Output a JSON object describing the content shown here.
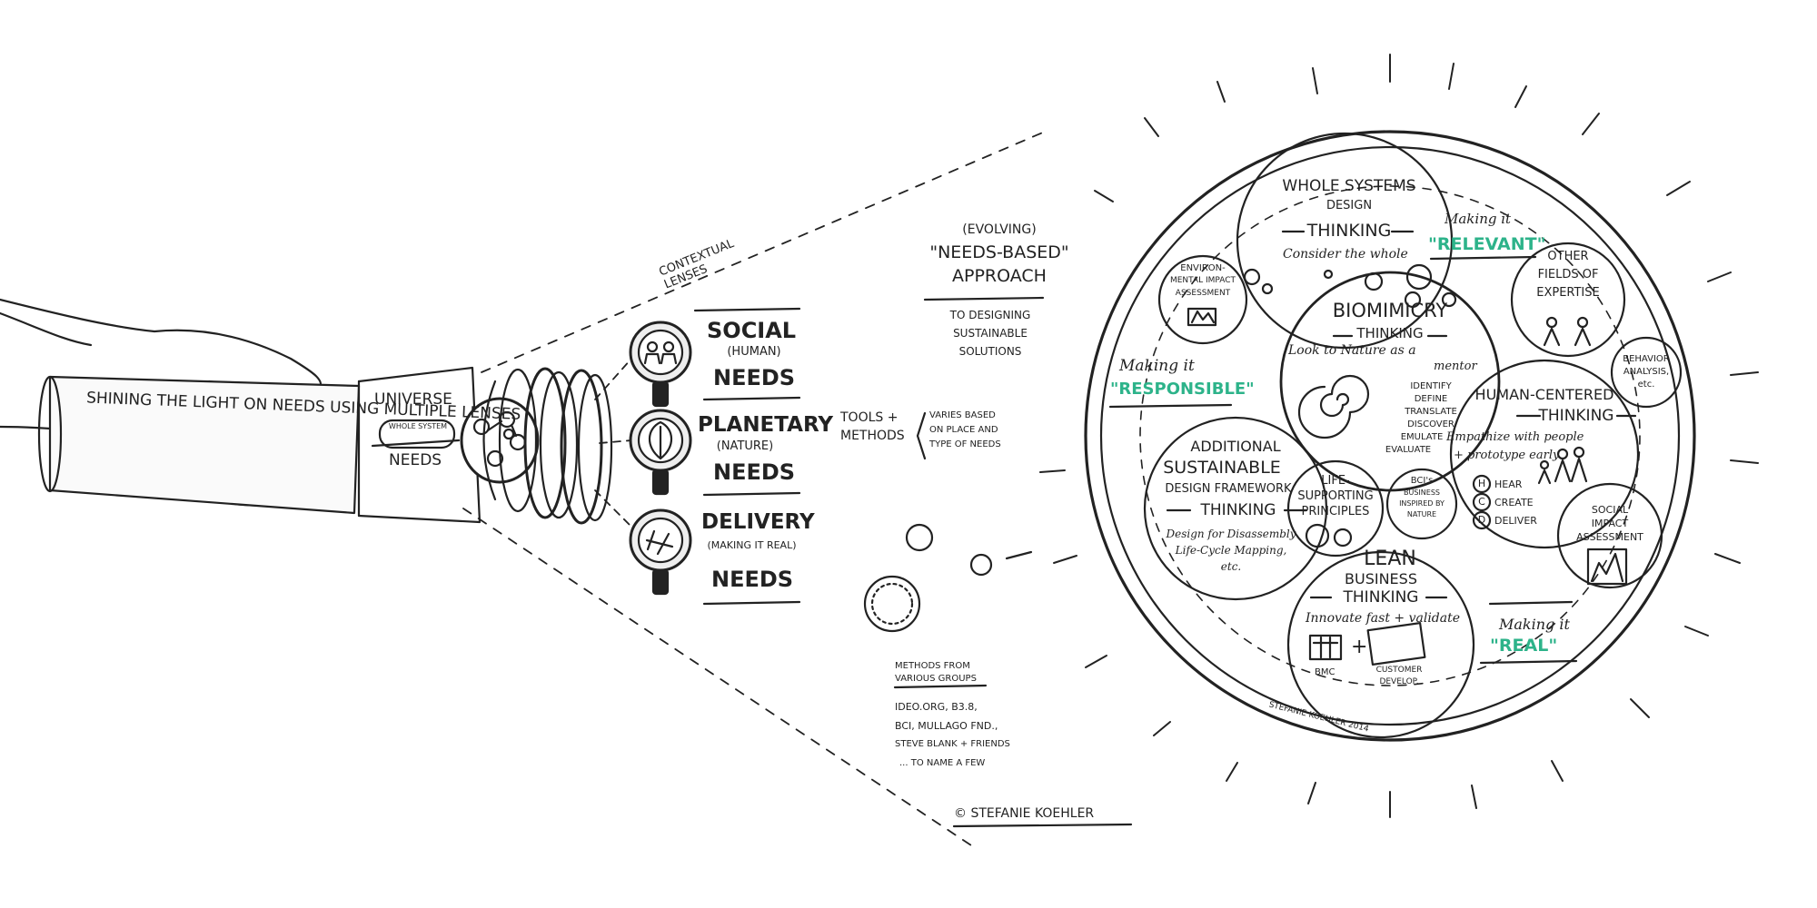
{
  "flashlight": {
    "caption": "SHINING THE LIGHT ON NEEDS USING MULTIPLE LENSES",
    "universe": "UNIVERSE",
    "whole_system": "WHOLE SYSTEM",
    "needs": "NEEDS"
  },
  "contextual_lenses": "CONTEXTUAL LENSES",
  "lenses": [
    {
      "title": "SOCIAL",
      "sub": "(HUMAN)",
      "needs": "NEEDS"
    },
    {
      "title": "PLANETARY",
      "sub": "(NATURE)",
      "needs": "NEEDS"
    },
    {
      "title": "DELIVERY",
      "sub": "(MAKING IT REAL)",
      "needs": "NEEDS"
    }
  ],
  "approach": {
    "evolving": "(EVOLVING)",
    "title_1": "\"NEEDS-BASED\"",
    "title_2": "APPROACH",
    "sub_1": "TO DESIGNING",
    "sub_2": "SUSTAINABLE",
    "sub_3": "SOLUTIONS"
  },
  "tools": {
    "label_1": "TOOLS +",
    "label_2": "METHODS",
    "desc_1": "VARIES BASED",
    "desc_2": "ON PLACE AND",
    "desc_3": "TYPE OF NEEDS"
  },
  "methods_from": {
    "h1": "METHODS FROM",
    "h2": "VARIOUS GROUPS",
    "l1": "IDEO.ORG, B3.8,",
    "l2": "BCI, MULLAGO FND.,",
    "l3": "STEVE BLANK + FRIENDS",
    "l4": "... TO NAME A FEW"
  },
  "copyright": "© STEFANIE KOEHLER",
  "rim_signature": "STEFANIE KOEHLER 2014",
  "circle": {
    "whole_systems": {
      "l1": "WHOLE SYSTEMS",
      "l2": "DESIGN",
      "l3": "THINKING",
      "note": "Consider the whole"
    },
    "making_relevant": {
      "pre": "Making it",
      "word": "\"RELEVANT\""
    },
    "making_responsible": {
      "pre": "Making it",
      "word": "\"RESPONSIBLE\""
    },
    "making_real": {
      "pre": "Making it",
      "word": "\"REAL\""
    },
    "environmental": {
      "l1": "ENVIRON-",
      "l2": "MENTAL IMPACT",
      "l3": "ASSESSMENT"
    },
    "other_fields": {
      "l1": "OTHER",
      "l2": "FIELDS OF",
      "l3": "EXPERTISE"
    },
    "behavior": {
      "l1": "BEHAVIOR",
      "l2": "ANALYSIS,",
      "l3": "etc."
    },
    "biomimicry": {
      "title": "BIOMIMICRY",
      "sub": "THINKING",
      "note_1": "Look to Nature as a",
      "note_2": "mentor",
      "steps": [
        "IDENTIFY",
        "DEFINE",
        "TRANSLATE",
        "DISCOVER",
        "EMULATE",
        "EVALUATE"
      ]
    },
    "human_centered": {
      "title": "HUMAN-CENTERED",
      "sub": "THINKING",
      "note_1": "Empathize with people",
      "note_2": "+ prototype early",
      "steps": [
        "HEAR",
        "CREATE",
        "DELIVER"
      ],
      "letters": [
        "H",
        "C",
        "D"
      ]
    },
    "additional": {
      "l1": "ADDITIONAL",
      "l2": "SUSTAINABLE",
      "l3": "DESIGN FRAMEWORK",
      "l4": "THINKING",
      "note_1": "Design for Disassembly",
      "note_2": "Life-Cycle Mapping,",
      "note_3": "etc."
    },
    "life_supporting": {
      "l1": "LIFE-",
      "l2": "SUPPORTING",
      "l3": "PRINCIPLES"
    },
    "bcis": {
      "l1": "BCI's",
      "l2": "BUSINESS",
      "l3": "INSPIRED BY",
      "l4": "NATURE"
    },
    "social_impact": {
      "l1": "SOCIAL",
      "l2": "IMPACT",
      "l3": "ASSESSMENT"
    },
    "lean": {
      "l1": "LEAN",
      "l2": "BUSINESS",
      "l3": "THINKING",
      "note": "Innovate fast + validate",
      "bmc": "BMC",
      "plus": "+",
      "customer_1": "CUSTOMER",
      "customer_2": "DEVELOP."
    }
  },
  "colors": {
    "ink": "#222222",
    "accent": "#2db38a",
    "paper": "#ffffff",
    "shade": "#e6e6e6"
  }
}
